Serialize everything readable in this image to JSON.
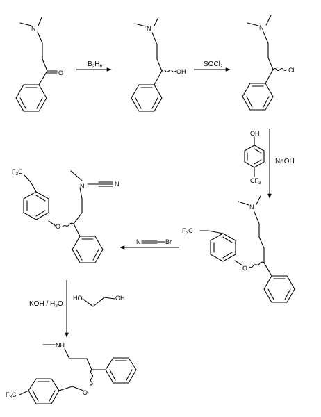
{
  "molecules": {
    "ketone": {
      "n": "N",
      "o": "O"
    },
    "alcohol": {
      "n": "N",
      "oh": "OH"
    },
    "chloride": {
      "n": "N",
      "cl": "Cl"
    },
    "amine_ether": {
      "n": "N",
      "o": "O",
      "cf3_prefix": "F",
      "cf3_sub": "3",
      "cf3_suffix": "C"
    },
    "cyanamide": {
      "n": "N",
      "nitrile_n": "N",
      "o": "O",
      "cf3_prefix": "F",
      "cf3_sub": "3",
      "cf3_suffix": "C"
    },
    "fluoxetine": {
      "nh": "NH",
      "o": "O",
      "cf3_prefix": "F",
      "cf3_sub": "3",
      "cf3_suffix": "C"
    }
  },
  "reagents": {
    "step1": {
      "main": "B",
      "sub1": "2",
      "main2": "H",
      "sub2": "6"
    },
    "step2": {
      "main": "SOCl",
      "sub1": "2"
    },
    "step3": {
      "phenol_oh": "OH",
      "phenol_cf3_main": "CF",
      "phenol_cf3_sub": "3",
      "base": "NaOH"
    },
    "step4": {
      "n": "N",
      "br": "Br"
    },
    "step5": {
      "base_main": "KOH / H",
      "base_sub": "2",
      "base_suffix": "O",
      "glycol_oh_left": "HO",
      "glycol_oh_right": "OH"
    }
  }
}
